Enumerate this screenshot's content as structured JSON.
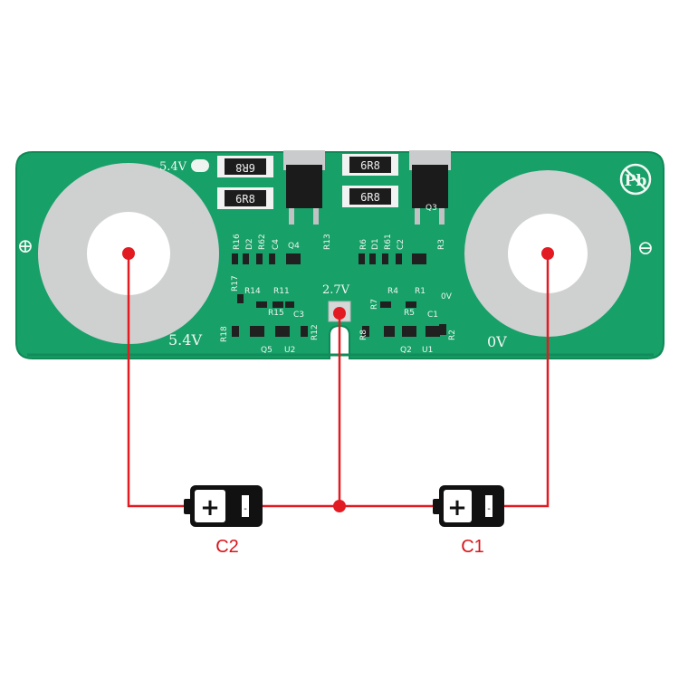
{
  "board": {
    "pad_left_label": "5.4V",
    "pad_right_label": "0V",
    "mid_label": "2.7V",
    "top_label": "5.4V",
    "small_0v": "0V",
    "plus_sign": "⊕",
    "minus_sign": "⊖",
    "pb_mark": "Pb",
    "resistor_code": "6R8",
    "refs": {
      "r16": "R16",
      "d2": "D2",
      "r62": "R62",
      "c4": "C4",
      "r13": "R13",
      "q4": "Q4",
      "r6": "R6",
      "d1": "D1",
      "r61": "R61",
      "c2": "C2",
      "r3": "R3",
      "q3": "Q3",
      "r17": "R17",
      "r14": "R14",
      "r11": "R11",
      "c3": "C3",
      "r4": "R4",
      "r1": "R1",
      "c1": "C1",
      "r18": "R18",
      "q5": "Q5",
      "u2": "U2",
      "r12": "R12",
      "r8": "R8",
      "r7": "R7",
      "q2": "Q2",
      "u1": "U1",
      "r2": "R2",
      "r5": "R5",
      "r15": "R15"
    }
  },
  "cells": [
    {
      "label": "C2",
      "plus": "+",
      "minus": "-"
    },
    {
      "label": "C1",
      "plus": "+",
      "minus": "-"
    }
  ],
  "colors": {
    "pcb": "#17a068",
    "pcb_edge": "#0f8a57",
    "pad": "#cfd0d0",
    "wire": "#e21b23",
    "battery": "#111111"
  }
}
